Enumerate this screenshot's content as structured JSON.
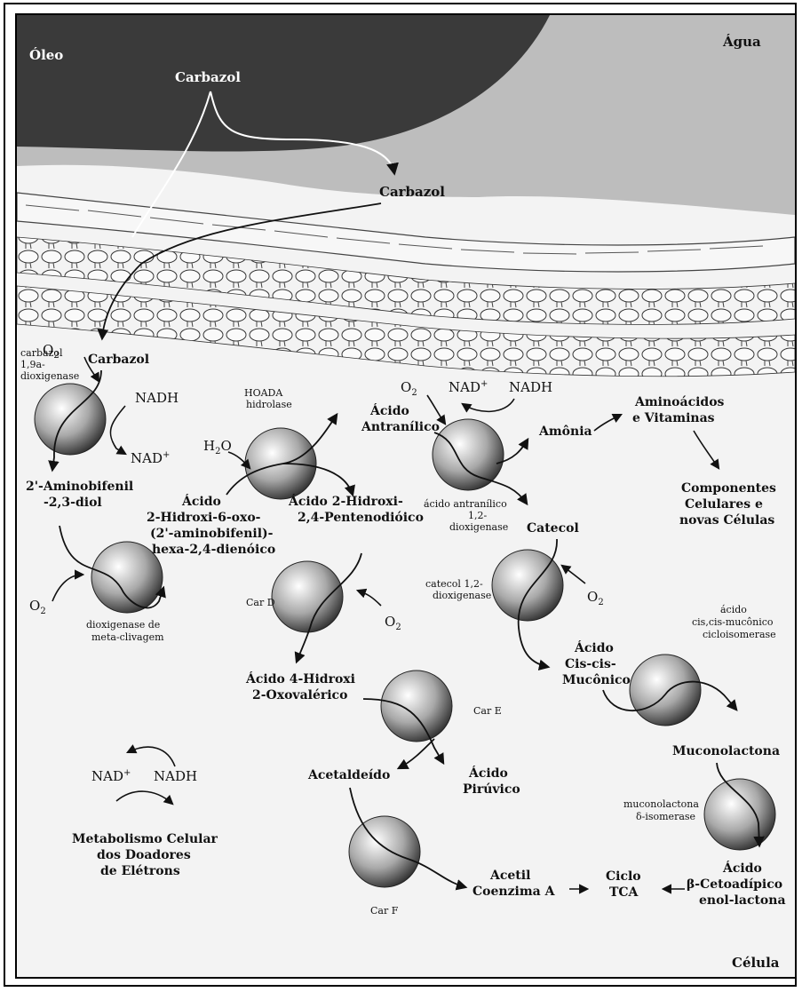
{
  "regions": {
    "oil": "Óleo",
    "water": "Água",
    "cell": "Célula"
  },
  "carbazol_oil": "Carbazol",
  "carbazol_water": "Carbazol",
  "carbazol_cell": "Carbazol",
  "o2": "O",
  "o2_sub": "2",
  "nadh": "NADH",
  "nad_plus": "NAD",
  "plus": "+",
  "h2o": "H",
  "h2o_sub": "2",
  "h2o_tail": "O",
  "enzymes": {
    "carbazol_dioxygenase": [
      "carbazol",
      "1,9a-",
      "dioxigenase"
    ],
    "hoada": [
      "HOADA",
      "hidrolase"
    ],
    "anthranilate": [
      "ácido antranílico",
      "1,2-",
      "dioxigenase"
    ],
    "meta_cleavage": [
      "dioxigenase de",
      "meta-clivagem"
    ],
    "car_d": "Car D",
    "catechol": [
      "catecol 1,2-",
      "dioxigenase"
    ],
    "mucon_cyclo": [
      "ácido",
      "cis,cis-mucônico",
      "cicloisomerase"
    ],
    "car_e": "Car E",
    "mucono_iso": [
      "muconolactona",
      "δ-isomerase"
    ],
    "car_f": "Car F"
  },
  "compounds": {
    "aminobifenil": [
      "2'-Aminobifenil",
      "-2,3-diol"
    ],
    "hoda": [
      "Ácido",
      "2-Hidroxi-6-oxo-",
      "(2'-aminobifenil)-",
      "hexa-2,4-dienóico"
    ],
    "antranilico": [
      "Ácido",
      "Antranílico"
    ],
    "amonia": "Amônia",
    "aminoacidos": [
      "Aminoácidos",
      "e Vitaminas"
    ],
    "componentes": [
      "Componentes",
      "Celulares e",
      "novas Células"
    ],
    "hidroxi_pentenodioico": [
      "Ácido 2-Hidroxi-",
      "2,4-Pentenodióico"
    ],
    "catecol": "Catecol",
    "hidroxi_oxovalerico": [
      "Ácido 4-Hidroxi",
      "2-Oxovalérico"
    ],
    "cis_cis_muconico": [
      "Ácido",
      "Cis-cis-",
      "Mucônico"
    ],
    "muconolactona": "Muconolactona",
    "piruvico": [
      "Ácido",
      "Pirúvico"
    ],
    "acetaldeido": "Acetaldeído",
    "acetil_coa": [
      "Acetil",
      "Coenzima A"
    ],
    "tca": [
      "Ciclo",
      "TCA"
    ],
    "cetoadipico": [
      "Ácido",
      "β-Cetoadípico",
      "enol-lactona"
    ],
    "metabolismo": [
      "Metabolismo Celular",
      "dos Doadores",
      "de Elétrons"
    ]
  },
  "colors": {
    "oil": "#3a3a3a",
    "water": "#bdbdbd",
    "membrane": "#f7f7f7",
    "background": "#f3f3f3"
  }
}
